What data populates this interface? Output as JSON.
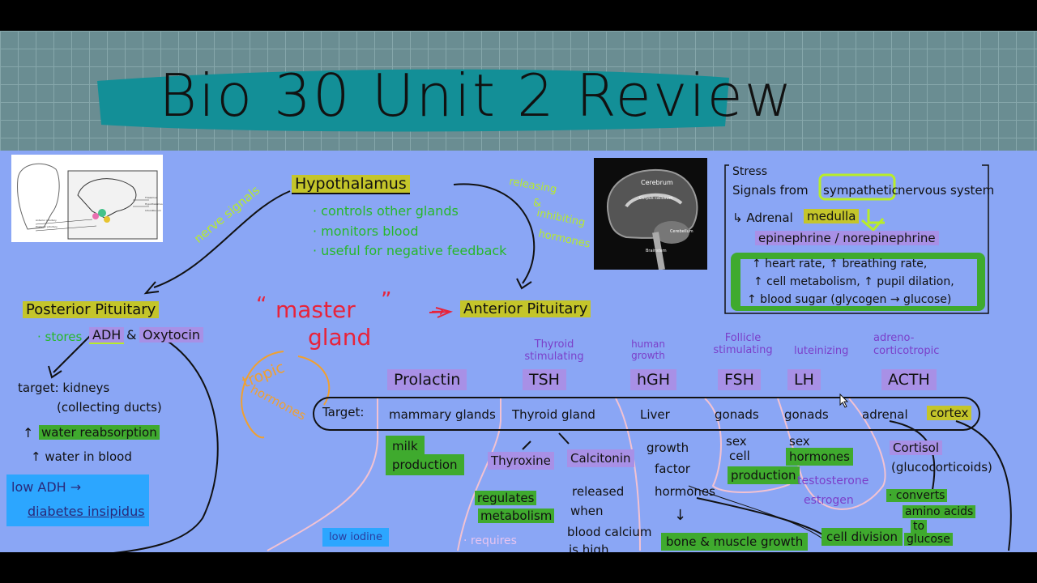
{
  "title": "Bio 30 Unit 2 Review",
  "images": {
    "brain_diagram": {
      "labels": [
        "Anterior pituitary",
        "Posterior pituitary",
        "Thalamus",
        "Hypothalamus",
        "Infundibulum"
      ]
    },
    "mri": {
      "labels": [
        "Cerebrum",
        "Corpus callosum",
        "Cerebellum",
        "Brainstem"
      ]
    }
  },
  "hypothalamus": {
    "heading": "Hypothalamus",
    "bullets": [
      "· controls other glands",
      "· monitors blood",
      "· useful for negative feedback"
    ]
  },
  "arrows": {
    "nerve_signals": "nerve signals",
    "releasing": "releasing",
    "amp": "&",
    "inhibiting": "inhibiting",
    "hormones": "hormones"
  },
  "posterior": {
    "heading": "Posterior Pituitary",
    "stores": "· stores",
    "adh": "ADH",
    "amp": "&",
    "oxytocin": "Oxytocin",
    "target1": "target: kidneys",
    "target2": "(collecting ducts)",
    "water_reabs_arrow": "↑",
    "water_reabs": "water reabsorption",
    "water_blood": "↑ water in blood",
    "low_adh1": "low ADH →",
    "low_adh2": "diabetes insipidus"
  },
  "master": {
    "quote_open": "“",
    "master": "master",
    "quote_close": "”",
    "gland": "gland",
    "tropic1": "tropic",
    "tropic2": "hormones"
  },
  "anterior": {
    "arrow": "→",
    "heading": "Anterior Pituitary"
  },
  "adrenal_box": {
    "stress": "Stress",
    "signals": "Signals from",
    "sympathetic": "sympathetic",
    "nervous": "nervous system",
    "adrenal": "↳ Adrenal",
    "medulla": "medulla",
    "epi": "epinephrine / norepinephrine",
    "eff1": "↑ heart rate, ↑ breathing rate,",
    "eff2": "↑ cell metabolism, ↑ pupil dilation,",
    "eff3": "↑ blood sugar (glycogen → glucose)"
  },
  "hormones": [
    {
      "label": "",
      "abbr": "Prolactin",
      "target": "mammary glands"
    },
    {
      "label": "Thyroid stimulating",
      "abbr": "TSH",
      "target": "Thyroid gland"
    },
    {
      "label": "human growth",
      "abbr": "hGH",
      "target": "Liver"
    },
    {
      "label": "Follicle stimulating",
      "abbr": "FSH",
      "target": "gonads"
    },
    {
      "label": "luteinizing",
      "abbr": "LH",
      "target": "gonads"
    },
    {
      "label": "adreno-corticotropic",
      "abbr": "ACTH",
      "target": "adrenal"
    }
  ],
  "target_row": {
    "label": "Target:",
    "cortex": "cortex"
  },
  "effects": {
    "milk1": "milk",
    "milk2": "production",
    "thyroxine": "Thyroxine",
    "calcitonin": "Calcitonin",
    "reg1": "regulates",
    "reg2": "metabolism",
    "requires": "· requires",
    "iodine": "low iodine",
    "rel1": "released",
    "rel2": "when",
    "rel3": "blood calcium",
    "rel4": "is high",
    "gf1": "growth",
    "gf2": "factor",
    "gf3": "hormones",
    "down_arrow": "↓",
    "bone": "bone & muscle growth",
    "cell_div": "cell division",
    "sex1": "sex",
    "sex2": "cell",
    "sex3": "production",
    "sexh1": "sex",
    "sexh2": "hormones",
    "testo": "testosterone",
    "estro": "estrogen",
    "cortisol": "Cortisol",
    "gluco": "(glucocorticoids)",
    "conv1": "· converts",
    "conv2": "amino acids",
    "conv3": "to",
    "conv4": "glucose"
  }
}
